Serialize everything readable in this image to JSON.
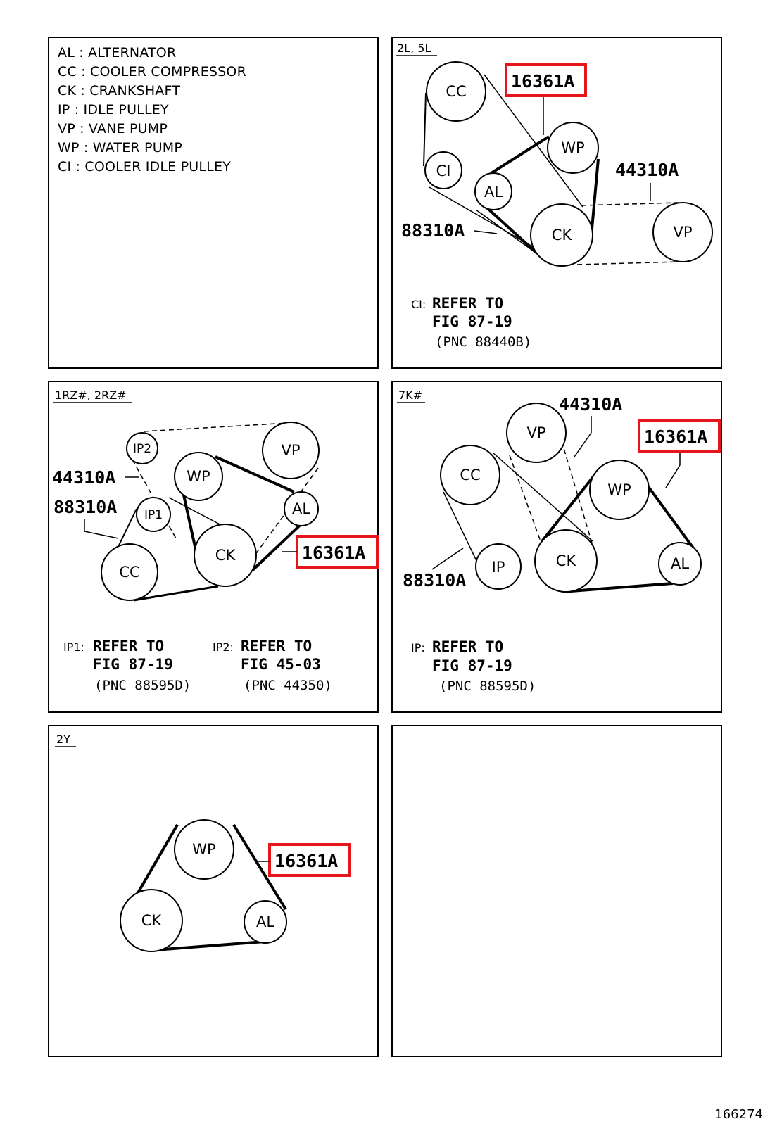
{
  "legend": [
    "AL : ALTERNATOR",
    "CC : COOLER COMPRESSOR",
    "CK : CRANKSHAFT",
    "IP : IDLE PULLEY",
    "VP : VANE PUMP",
    "WP : WATER PUMP",
    "CI : COOLER IDLE PULLEY"
  ],
  "highlight_color": "#e8141c",
  "panel_2l": {
    "title": "2L, 5L",
    "pulleys": {
      "cc": "CC",
      "ci": "CI",
      "al": "AL",
      "wp": "WP",
      "ck": "CK",
      "vp": "VP"
    },
    "parts": {
      "p16361a": "16361A",
      "p44310a": "44310A",
      "p88310a": "88310A"
    },
    "note_prefix": "CI:",
    "note_line1": "REFER  TO",
    "note_line2": "FIG  87-19",
    "note_line3": "(PNC  88440B)"
  },
  "panel_1rz": {
    "title": "1RZ#, 2RZ#",
    "pulleys": {
      "ip2": "IP2",
      "ip1": "IP1",
      "wp": "WP",
      "vp": "VP",
      "al": "AL",
      "ck": "CK",
      "cc": "CC"
    },
    "parts": {
      "p44310a": "44310A",
      "p88310a": "88310A",
      "p16361a": "16361A"
    },
    "note1_prefix": "IP1:",
    "note1_line1": "REFER  TO",
    "note1_line2": "FIG  87-19",
    "note1_line3": "(PNC  88595D)",
    "note2_prefix": "IP2:",
    "note2_line1": "REFER  TO",
    "note2_line2": "FIG  45-03",
    "note2_line3": "(PNC  44350)"
  },
  "panel_7k": {
    "title": "7K#",
    "pulleys": {
      "vp": "VP",
      "cc": "CC",
      "wp": "WP",
      "ip": "IP",
      "ck": "CK",
      "al": "AL"
    },
    "parts": {
      "p44310a": "44310A",
      "p16361a": "16361A",
      "p88310a": "88310A"
    },
    "note_prefix": "IP:",
    "note_line1": "REFER  TO",
    "note_line2": "FIG  87-19",
    "note_line3": "(PNC  88595D)"
  },
  "panel_2y": {
    "title": "2Y",
    "pulleys": {
      "wp": "WP",
      "ck": "CK",
      "al": "AL"
    },
    "parts": {
      "p16361a": "16361A"
    }
  },
  "footer": "166274"
}
